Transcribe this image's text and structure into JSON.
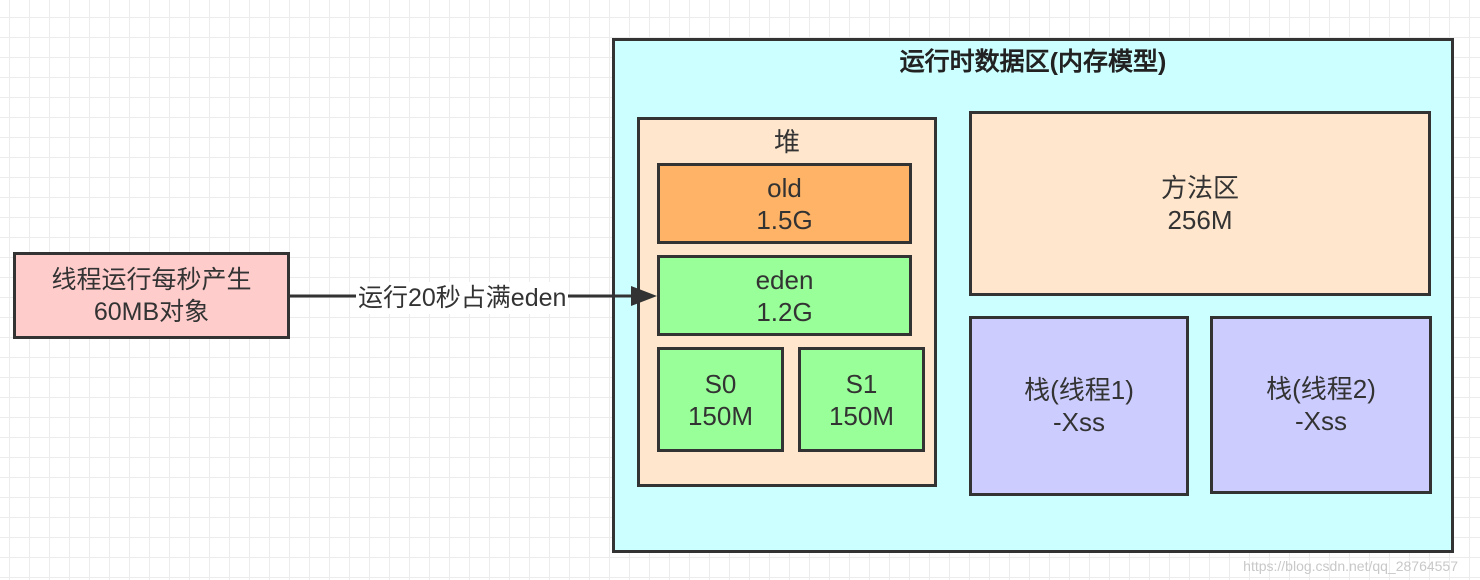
{
  "source": {
    "line1": "线程运行每秒产生",
    "line2": "60MB对象"
  },
  "arrow": {
    "label": "运行20秒占满eden"
  },
  "runtime_area": {
    "title": "运行时数据区(内存模型)"
  },
  "heap": {
    "title": "堆",
    "old": {
      "name": "old",
      "size": "1.5G"
    },
    "eden": {
      "name": "eden",
      "size": "1.2G"
    },
    "s0": {
      "name": "S0",
      "size": "150M"
    },
    "s1": {
      "name": "S1",
      "size": "150M"
    }
  },
  "method_area": {
    "name": "方法区",
    "size": "256M"
  },
  "stacks": [
    {
      "name": "栈(线程1)",
      "option": "-Xss"
    },
    {
      "name": "栈(线程2)",
      "option": "-Xss"
    }
  ],
  "watermark": "https://blog.csdn.net/qq_28764557",
  "colors": {
    "source_fill": "#ffcccc",
    "runtime_fill": "#ccffff",
    "heap_fill": "#ffe6cc",
    "old_fill": "#ffb366",
    "young_fill": "#99ff99",
    "stack_fill": "#ccccff",
    "border": "#333333"
  }
}
